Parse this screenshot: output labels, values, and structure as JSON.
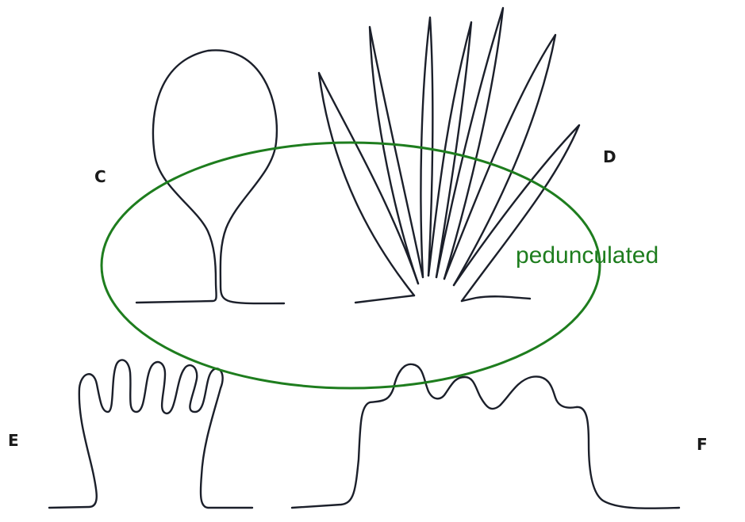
{
  "figure": {
    "panel_labels": {
      "c": "C",
      "d": "D",
      "e": "E",
      "f": "F"
    },
    "annotation": {
      "text": "pedunculated",
      "color": "#1e7d1e"
    },
    "highlight_ellipse_color": "#1e7d1e",
    "line_color": "#1b1f2a"
  }
}
